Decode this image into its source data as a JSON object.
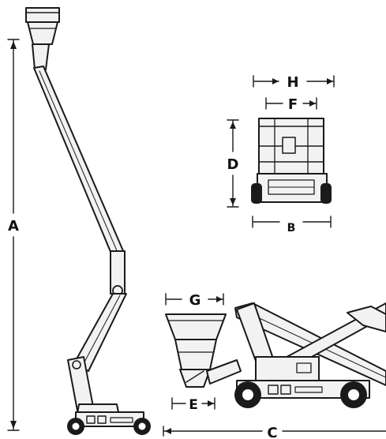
{
  "diagram": {
    "dimension_labels": {
      "A": "A",
      "B": "B",
      "C": "C",
      "D": "D",
      "E": "E",
      "F": "F",
      "G": "G",
      "H": "H"
    },
    "colors": {
      "line": "#1a1a1a",
      "fill": "#f2f2f2",
      "background": "#ffffff"
    }
  }
}
